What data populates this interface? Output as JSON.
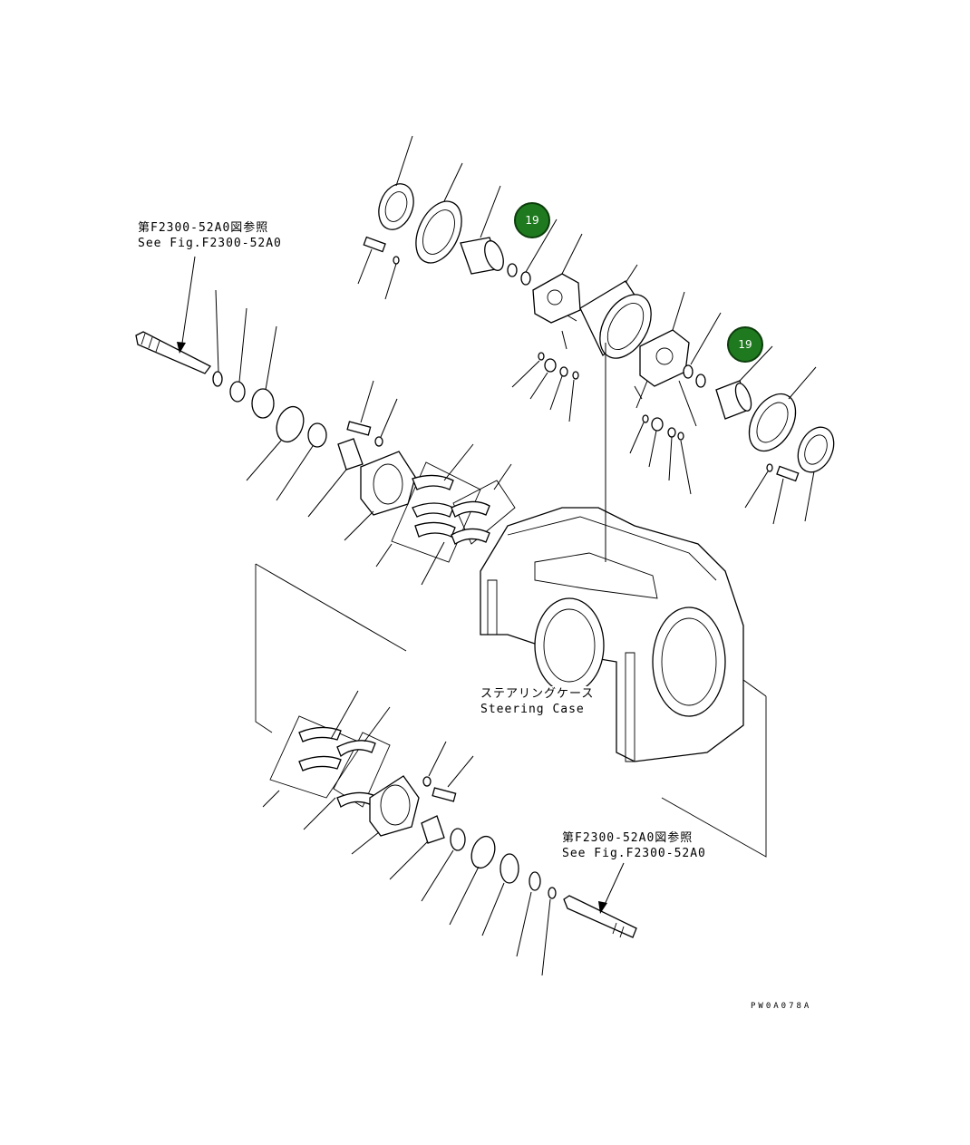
{
  "callouts": {
    "upper_left": {
      "jp": "第F2300-52A0図参照",
      "en": "See Fig.F2300-52A0"
    },
    "lower_right": {
      "jp": "第F2300-52A0図参照",
      "en": "See Fig.F2300-52A0"
    },
    "steering_case": {
      "jp": "ステアリングケース",
      "en": "Steering Case"
    }
  },
  "badges": [
    {
      "number": "19",
      "color": "#1f7a1f"
    },
    {
      "number": "19",
      "color": "#1f7a1f"
    }
  ],
  "drawing_code": "PW0A078A"
}
